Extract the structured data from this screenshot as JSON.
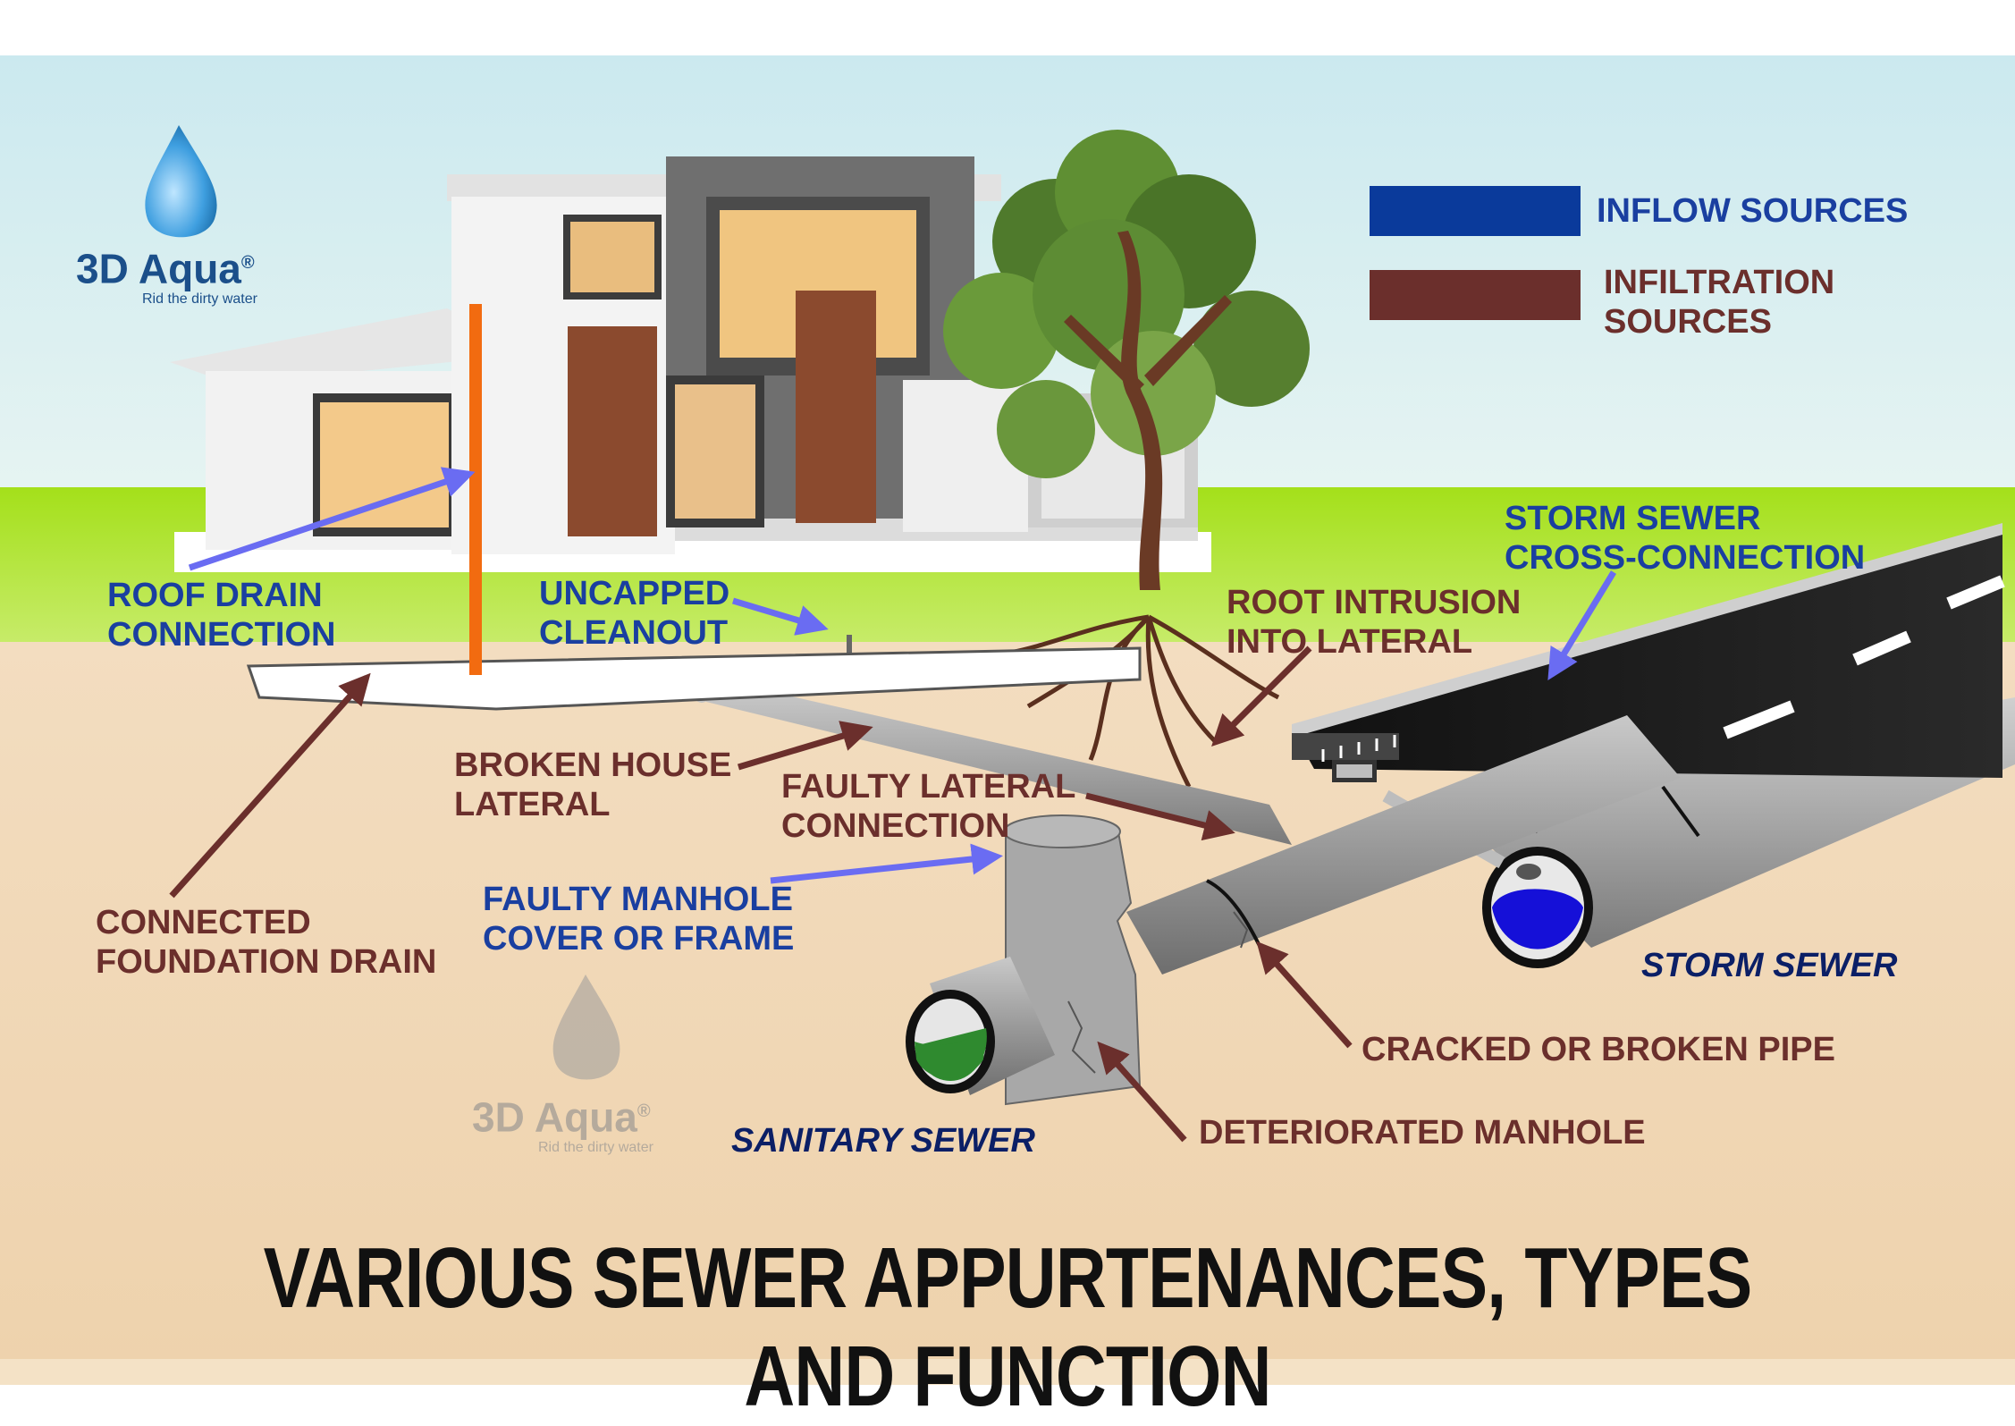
{
  "logo": {
    "name": "3D Aqua",
    "registered": "®",
    "tagline": "Rid the dirty water"
  },
  "legend": [
    {
      "label": "INFLOW SOURCES",
      "color": "#0a3a9b"
    },
    {
      "label_lines": [
        "INFILTRATION",
        "SOURCES"
      ],
      "color": "#6b2f2c"
    }
  ],
  "labels": {
    "roof_drain": [
      "ROOF DRAIN",
      "CONNECTION"
    ],
    "uncapped_cleanout": [
      "UNCAPPED",
      "CLEANOUT"
    ],
    "root_intrusion": [
      "ROOT INTRUSION",
      "INTO LATERAL"
    ],
    "storm_cross": [
      "STORM SEWER",
      "CROSS-CONNECTION"
    ],
    "broken_lateral": [
      "BROKEN HOUSE",
      "LATERAL"
    ],
    "faulty_lateral": [
      "FAULTY LATERAL",
      "CONNECTION"
    ],
    "foundation_drain": [
      "CONNECTED",
      "FOUNDATION DRAIN"
    ],
    "faulty_manhole": [
      "FAULTY MANHOLE",
      "COVER OR FRAME"
    ],
    "storm_sewer": "STORM SEWER",
    "cracked_pipe": "CRACKED OR BROKEN PIPE",
    "sanitary_sewer": "SANITARY SEWER",
    "deteriorated_manhole": "DETERIORATED MANHOLE"
  },
  "title": "VARIOUS SEWER APPURTENANCES, TYPES AND FUNCTION",
  "colors": {
    "sky": "#d6eef2",
    "grass": "#a9e21c",
    "soil": "#f0d9b8",
    "inflow": "#0a3a9b",
    "infiltration": "#6b2f2c",
    "arrow_blue": "#6a6cf2",
    "arrow_brown": "#6b2f2c",
    "downspout": "#f26b10",
    "storm_water": "#1510d8",
    "sanitary_water": "#2f8a2f"
  },
  "icons": [
    "water-drop-icon"
  ]
}
